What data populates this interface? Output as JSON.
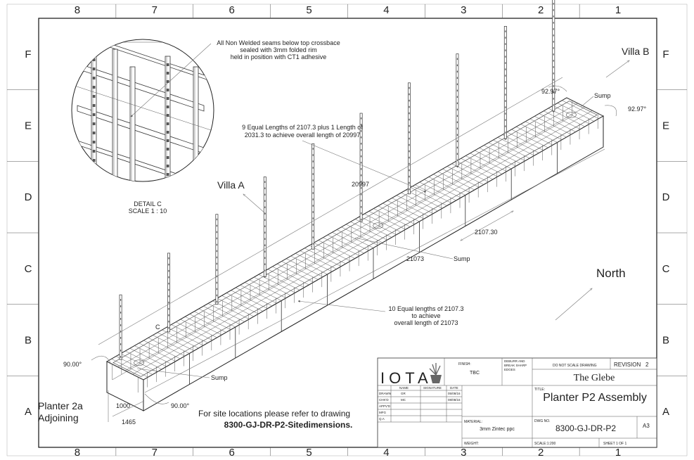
{
  "border": {
    "columns": [
      "8",
      "7",
      "6",
      "5",
      "4",
      "3",
      "2",
      "1"
    ],
    "rows": [
      "F",
      "E",
      "D",
      "C",
      "B",
      "A"
    ]
  },
  "notes": {
    "seams": [
      "All Non Welded seams below top crossbace",
      "sealed with 3mm folded rim",
      "held in position with CT1 adhesive"
    ],
    "detail": [
      "DETAIL C",
      "SCALE 1 : 10"
    ],
    "lengths_upper": [
      "9 Equal Lengths of 2107.3 plus 1 Length of",
      "2031.3 to achieve overall length of 20997"
    ],
    "lengths_lower": [
      "10 Equal lengths of 2107.3",
      "to achieve",
      "overall length of 21073"
    ],
    "site": [
      "For site locations please refer to drawing",
      "8300-GJ-DR-P2-Sitedimensions."
    ]
  },
  "labels": {
    "villa_a": "Villa A",
    "villa_b": "Villa B",
    "north": "North",
    "adjoining": [
      "Planter 2a",
      "Adjoining"
    ],
    "sump": "Sump",
    "detail_marker": "C"
  },
  "dimensions": {
    "overall_upper": "20997",
    "overall_lower": "21073",
    "segment": "2107.30",
    "height": "1000",
    "width": "1465",
    "angle_left_top": "90.00°",
    "angle_left_bottom": "90.00°",
    "angle_right_a": "92.97°",
    "angle_right_b": "92.97°"
  },
  "title_block": {
    "logo": "IOTA",
    "finish_label": "FINISH:",
    "finish_value": "TBC",
    "deburr": [
      "DEBURR AND",
      "BREAK SHARP",
      "EDGES"
    ],
    "do_not_scale": "DO NOT SCALE DRAWING",
    "revision_label": "REVISION",
    "revision_value": "2",
    "project": "The Glebe",
    "title_label": "TITLE:",
    "title": "Planter P2 Assembly",
    "col_name": "NAME",
    "col_signature": "SIGNATURE",
    "col_date": "DATE",
    "rows": [
      {
        "role": "DRAWN",
        "name": "GR",
        "date": "05/08/16"
      },
      {
        "role": "CHK'D",
        "name": "MC",
        "date": "08/08/16"
      },
      {
        "role": "APPV'D",
        "name": "",
        "date": ""
      },
      {
        "role": "MFG",
        "name": "",
        "date": ""
      },
      {
        "role": "Q.A",
        "name": "",
        "date": ""
      }
    ],
    "material_label": "MATERIAL:",
    "material_value": "3mm Zintec ppc",
    "dwg_label": "DWG NO.",
    "dwg_value": "8300-GJ-DR-P2",
    "size": "A3",
    "weight_label": "WEIGHT:",
    "scale": "SCALE:1:200",
    "sheet": "SHEET 1 OF 1"
  }
}
